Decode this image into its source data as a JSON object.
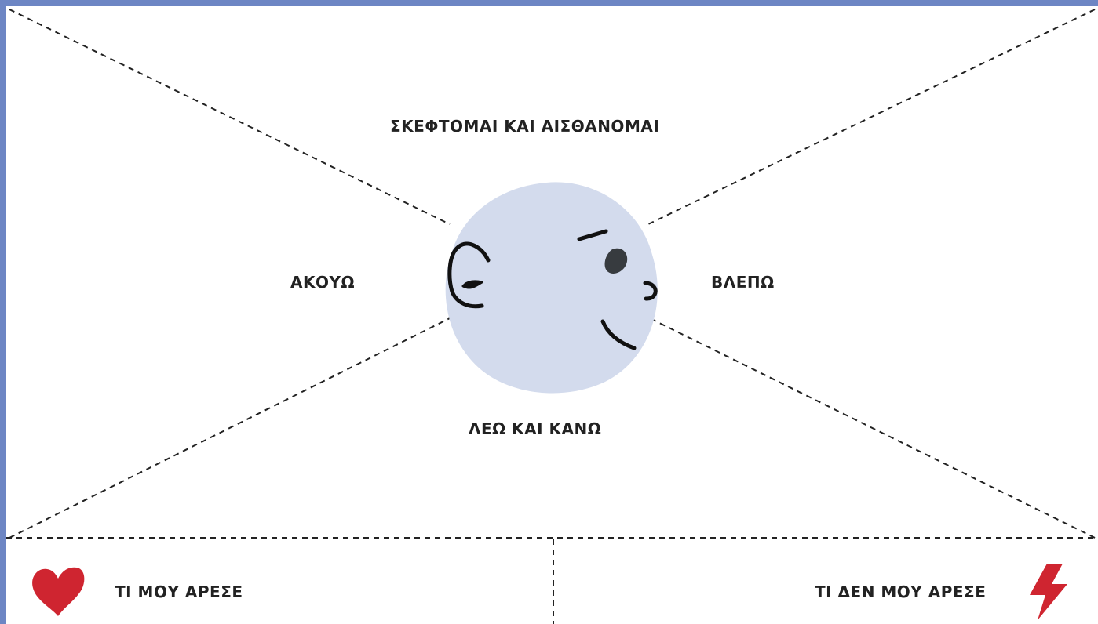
{
  "map": {
    "top_label": "ΣΚΕΦΤΟΜΑΙ ΚΑΙ ΑΙΣΘΑΝΟΜΑΙ",
    "left_label": "ΑΚΟΥΩ",
    "right_label": "ΒΛΕΠΩ",
    "bottom_label": "ΛΕΩ ΚΑΙ ΚΑΝΩ"
  },
  "footer": {
    "like_label": "ΤΙ ΜΟΥ ΑΡΕΣΕ",
    "dislike_label": "ΤΙ ΔΕΝ ΜΟΥ ΑΡΕΣΕ"
  },
  "colors": {
    "border": "#6d86c4",
    "face_fill": "#d3dbed",
    "accent_red": "#cf2530",
    "ink": "#111111"
  },
  "icons": {
    "center": "head-icon",
    "like": "heart-icon",
    "dislike": "lightning-icon"
  }
}
